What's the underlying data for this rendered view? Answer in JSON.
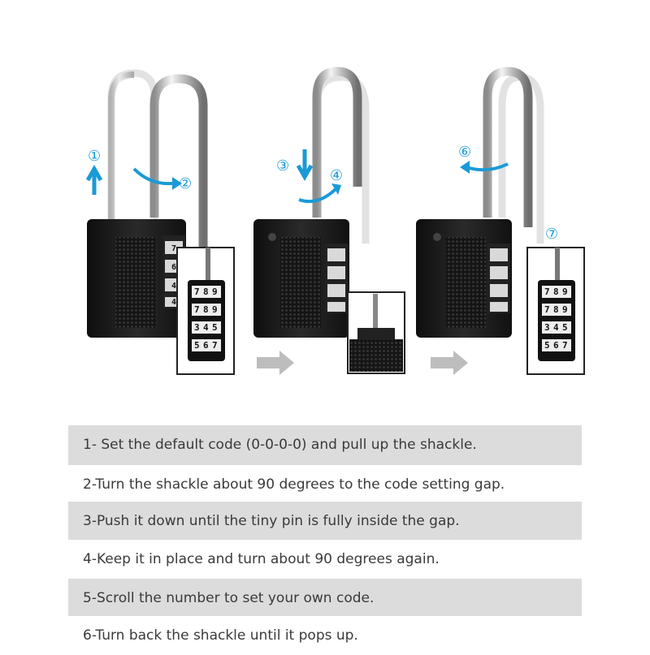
{
  "step_markers": [
    "①",
    "②",
    "③",
    "④",
    "⑥",
    "⑦"
  ],
  "dial_digits": {
    "body_rows": [
      "7",
      "6",
      "4",
      "4"
    ],
    "zoom_rows": [
      [
        "7",
        "8",
        "9"
      ],
      [
        "7",
        "8",
        "9"
      ],
      [
        "3",
        "4",
        "5"
      ],
      [
        "5",
        "6",
        "7"
      ]
    ],
    "zoom_rows_final": [
      [
        "7",
        "8",
        "9"
      ],
      [
        "7",
        "8",
        "9"
      ],
      [
        "3",
        "4",
        "5"
      ],
      [
        "5",
        "6",
        "7"
      ]
    ]
  },
  "colors": {
    "arrow_blue": "#1a9ad6",
    "lock_body": "#1b1b1b",
    "shackle": "#c8c8c8",
    "gray_arrow": "#bdbdbd",
    "row_shade": "#dcdcdc",
    "text": "#3a3a3a"
  },
  "instructions": [
    "1- Set the default code (0-0-0-0) and pull up the shackle.",
    "2-Turn the shackle about 90 degrees to the code setting gap.",
    "3-Push it down until the tiny pin is fully inside the gap.",
    "4-Keep it in place and turn about 90 degrees again.",
    "5-Scroll the number to set your own code.",
    "6-Turn back the shackle until it pops up."
  ]
}
